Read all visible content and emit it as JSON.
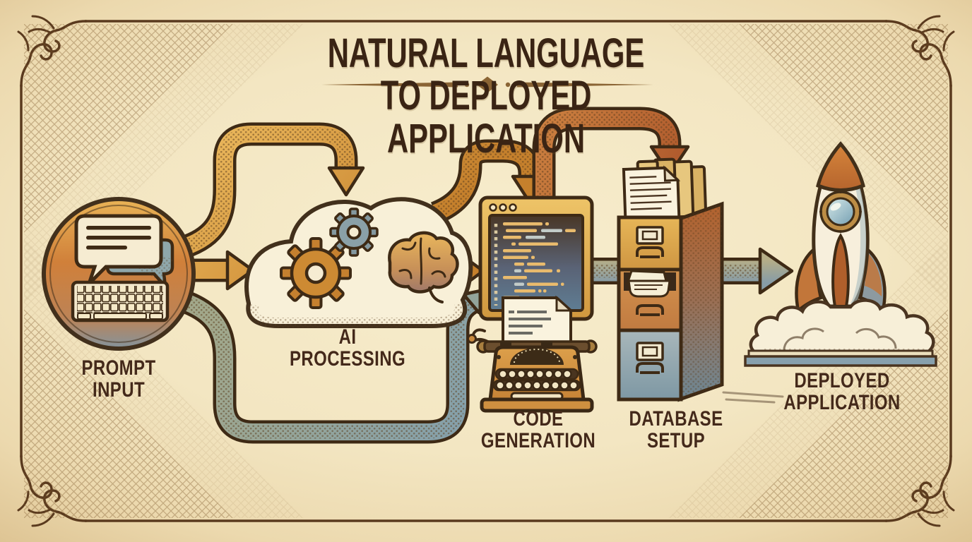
{
  "title": "NATURAL LANGUAGE TO DEPLOYED APPLICATION",
  "stages": [
    {
      "name": "prompt-input",
      "label": "PROMPT\nINPUT"
    },
    {
      "name": "ai-processing",
      "label": "AI\nPROCESSING"
    },
    {
      "name": "code-generation",
      "label": "CODE\nGENERATION"
    },
    {
      "name": "database-setup",
      "label": "DATABASE\nSETUP"
    },
    {
      "name": "deployed-application",
      "label": "DEPLOYED\nAPPLICATION"
    }
  ],
  "connections": [
    {
      "from": "prompt-input",
      "to": "ai-processing",
      "style": "top-arc-gold"
    },
    {
      "from": "prompt-input",
      "to": "ai-processing",
      "style": "straight-gold"
    },
    {
      "from": "prompt-input",
      "to": "code-generation",
      "style": "bottom-arc-steel"
    },
    {
      "from": "ai-processing",
      "to": "code-generation",
      "style": "top-arc-gold"
    },
    {
      "from": "ai-processing",
      "to": "code-generation",
      "style": "straight-gold"
    },
    {
      "from": "code-generation",
      "to": "database-setup",
      "style": "top-arc-orange"
    },
    {
      "from": "code-generation",
      "to": "deployed-application",
      "style": "straight-steel"
    }
  ],
  "colors": {
    "background": "#f3e6c2",
    "outline": "#3e2a15",
    "text": "#44291a",
    "gold_arrow": "#d1913a",
    "orange_arrow": "#bf6c33",
    "steel_arrow": "#8a9fa9"
  }
}
